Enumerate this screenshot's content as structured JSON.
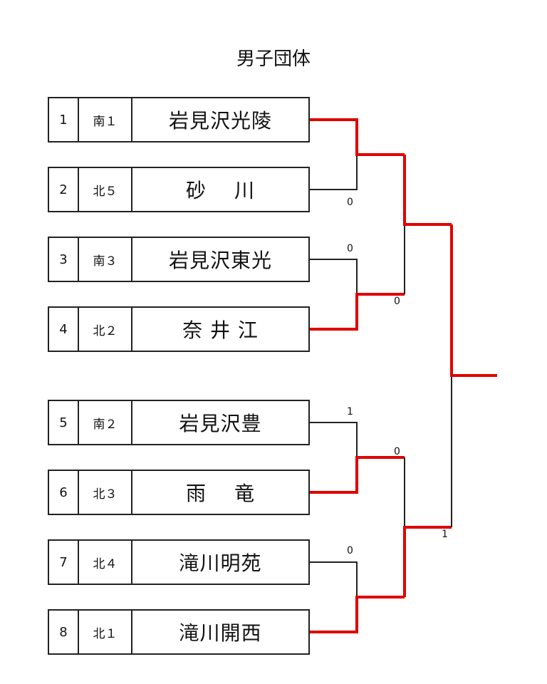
{
  "title": "男子団体",
  "teams": [
    {
      "seed": "1",
      "slot": "南１",
      "name": "岩見沢光陵"
    },
    {
      "seed": "2",
      "slot": "北５",
      "name": "砂　 川"
    },
    {
      "seed": "3",
      "slot": "南３",
      "name": "岩見沢東光"
    },
    {
      "seed": "4",
      "slot": "北２",
      "name": "奈 井 江"
    },
    {
      "seed": "5",
      "slot": "南２",
      "name": "岩見沢豊"
    },
    {
      "seed": "6",
      "slot": "北３",
      "name": "雨　 竜"
    },
    {
      "seed": "7",
      "slot": "北４",
      "name": "滝川明苑"
    },
    {
      "seed": "8",
      "slot": "北１",
      "name": "滝川開西"
    }
  ],
  "scores": [
    "0",
    "0",
    "0",
    "1",
    "0",
    "0",
    "1"
  ],
  "colors": {
    "winner_line": "#e00000",
    "line": "#222222"
  }
}
